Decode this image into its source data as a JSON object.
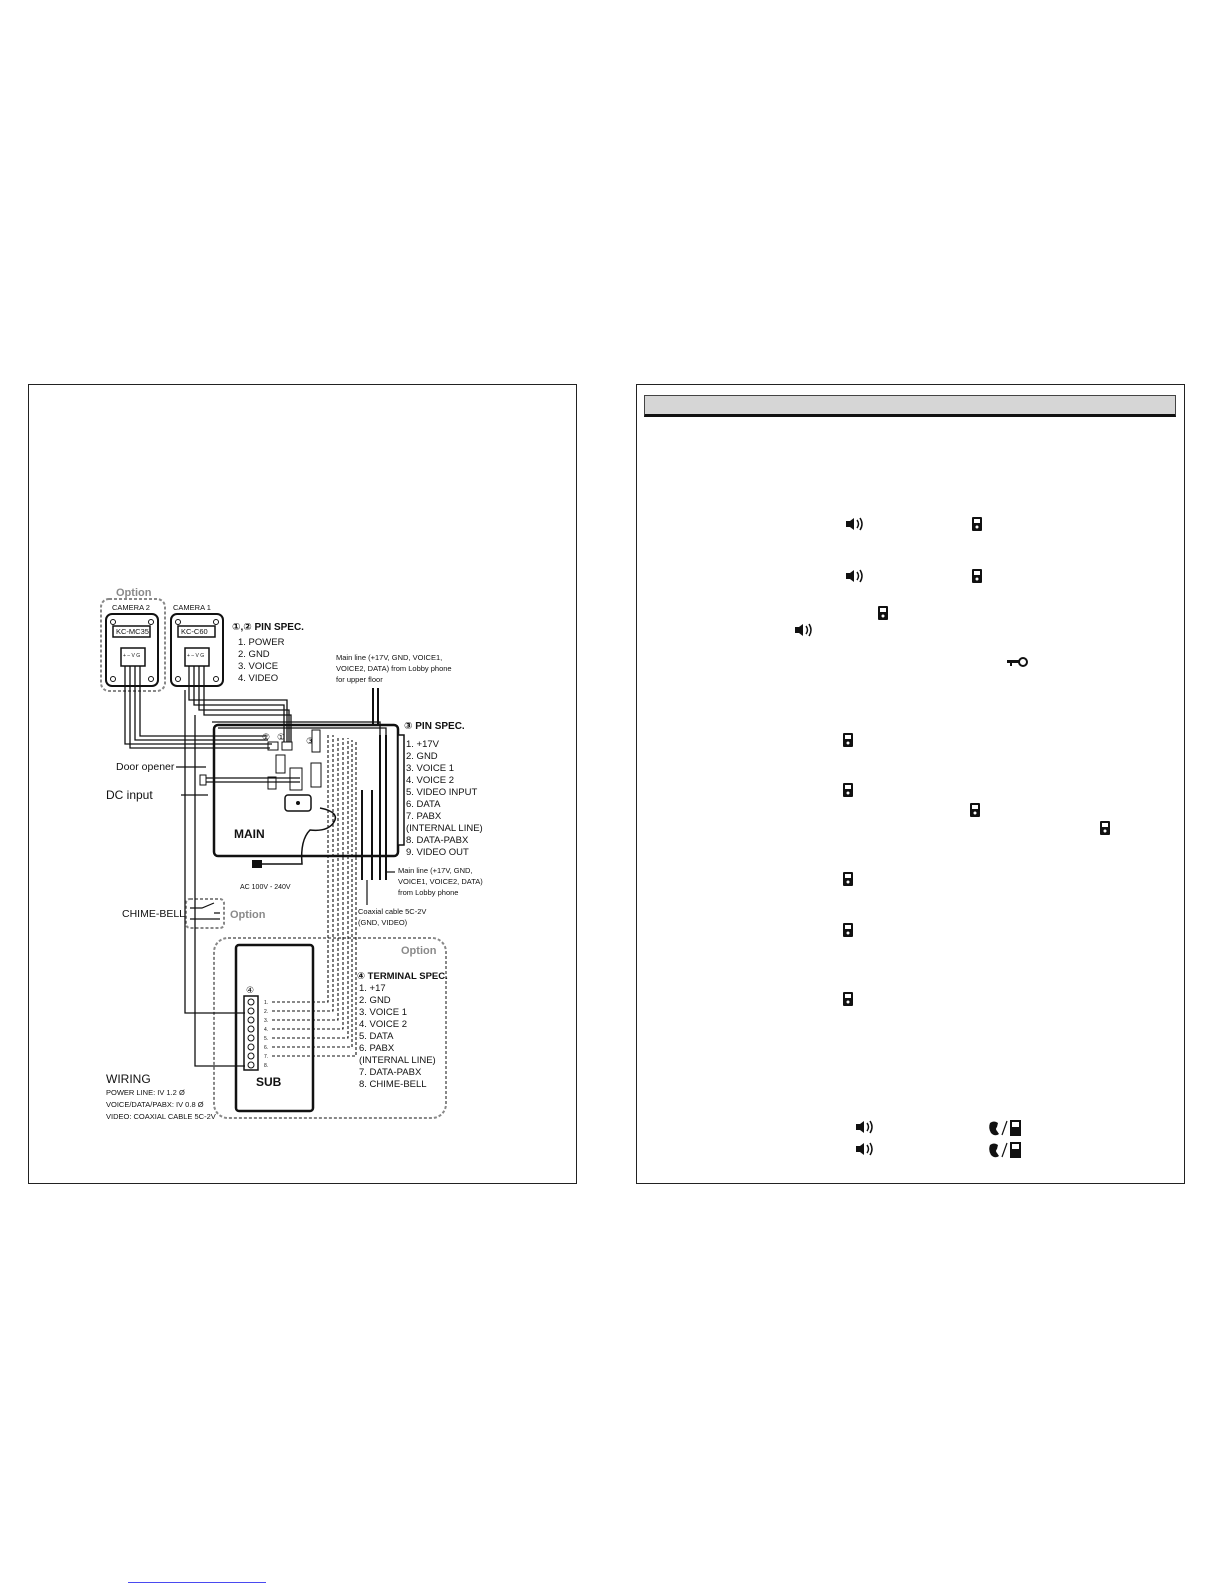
{
  "left": {
    "option_label": "Option",
    "camera2": {
      "title": "CAMERA 2",
      "model": "KC-MC35",
      "pins": "+ – V G"
    },
    "camera1": {
      "title": "CAMERA 1",
      "model": "KC-C60",
      "pins": "+ – V G"
    },
    "pin_spec_12": {
      "title": "①,② PIN SPEC.",
      "items": [
        "1. POWER",
        "2. GND",
        "3. VOICE",
        "4. VIDEO"
      ]
    },
    "main_line_top": [
      "Main line (+17V, GND, VOICE1,",
      "VOICE2, DATA) from Lobby phone",
      "for upper floor"
    ],
    "pin_spec_3": {
      "title": "③ PIN SPEC.",
      "items": [
        "1. +17V",
        "2. GND",
        "3. VOICE 1",
        "4. VOICE 2",
        "5. VIDEO INPUT",
        "6. DATA",
        "7. PABX",
        "(INTERNAL LINE)",
        "8. DATA-PABX",
        "9. VIDEO OUT"
      ]
    },
    "door_opener": "Door opener",
    "dc_input": "DC input",
    "main_label": "MAIN",
    "ac_label": "AC 100V - 240V",
    "main_line_bottom": [
      "Main line (+17V, GND,",
      "VOICE1, VOICE2, DATA)",
      "from Lobby phone"
    ],
    "coax": [
      "Coaxial cable 5C-2V",
      "(GND, VIDEO)"
    ],
    "chime_bell": "CHIME-BELL",
    "chime_option": "Option",
    "sub_option": "Option",
    "terminal_spec": {
      "title": "④ TERMINAL SPEC.",
      "items": [
        "1. +17",
        "2. GND",
        "3. VOICE 1",
        "4. VOICE 2",
        "5. DATA",
        "6. PABX",
        "(INTERNAL LINE)",
        "7. DATA-PABX",
        "8. CHIME-BELL"
      ]
    },
    "terminal_numbers": [
      "1.",
      "2.",
      "3.",
      "4.",
      "5.",
      "6.",
      "7.",
      "8."
    ],
    "sub_label": "SUB",
    "circle_1": "①",
    "circle_2": "②",
    "circle_3": "③",
    "circle_4": "④",
    "wiring": {
      "title": "WIRING",
      "lines": [
        "POWER LINE: IV 1.2 Ø",
        "VOICE/DATA/PABX: IV 0.8 Ø",
        "VIDEO: COAXIAL CABLE 5C-2V"
      ]
    }
  },
  "right": {
    "icons": [
      "speaker-icon",
      "handset-icon",
      "key-icon",
      "monitor-handset-icon"
    ]
  }
}
